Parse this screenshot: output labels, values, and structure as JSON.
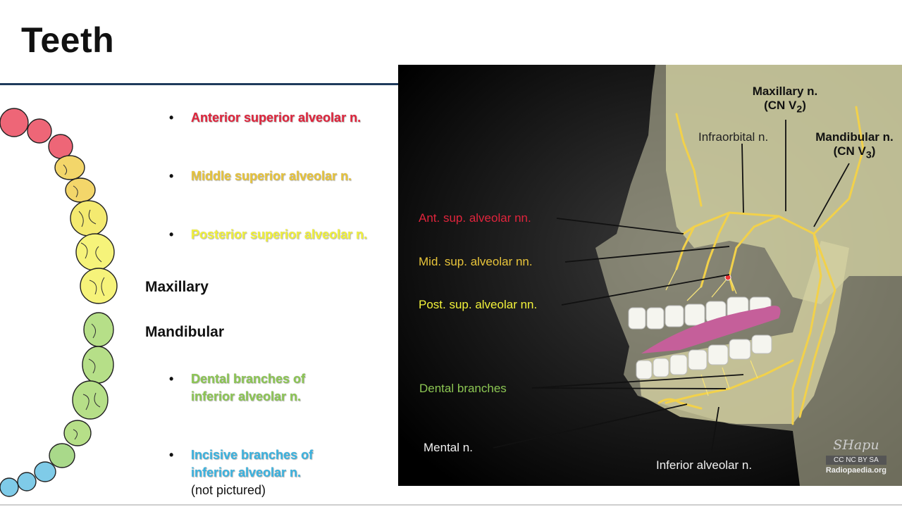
{
  "slide": {
    "title": "Teeth"
  },
  "bullets": {
    "anterior_superior": "Anterior superior alveolar n.",
    "middle_superior": "Middle superior alveolar n.",
    "posterior_superior": "Posterior superior alveolar n.",
    "maxillary": "Maxillary",
    "mandibular": "Mandibular",
    "dental_branches": "Dental branches of inferior alveolar n.",
    "incisive_branches": "Incisive branches of inferior alveolar n.",
    "not_pictured": "(not pictured)"
  },
  "diagram": {
    "maxillary_nerve": "Maxillary n.",
    "maxillary_cn": "(CN V",
    "maxillary_sub": "2",
    "mandibular_nerve": "Mandibular n.",
    "mandibular_cn": "(CN V",
    "mandibular_sub": "3",
    "infraorbital": "Infraorbital n.",
    "ant_sup": "Ant. sup. alveolar nn.",
    "mid_sup": "Mid. sup. alveolar nn.",
    "post_sup": "Post. sup. alveolar nn.",
    "dental_branches": "Dental branches",
    "mental": "Mental n.",
    "inferior_alveolar": "Inferior alveolar n.",
    "signature": "SHapu",
    "license": "CC NC BY SA",
    "source": "Radiopaedia.org"
  },
  "colors": {
    "anterior": "#e0243c",
    "middle": "#e8c43a",
    "posterior": "#f2f23a",
    "dental": "#8cc653",
    "incisive": "#3bb3e0",
    "rule": "#1f3b5c"
  }
}
